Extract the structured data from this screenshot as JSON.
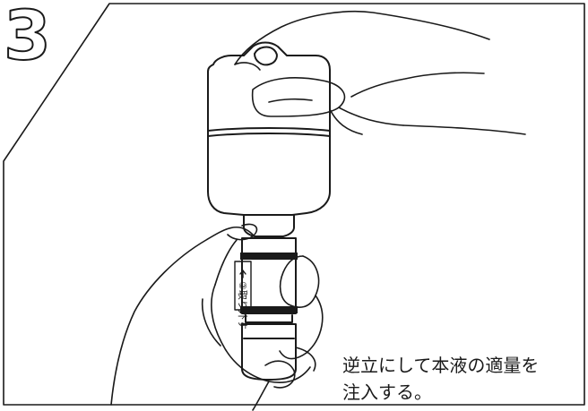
{
  "step": {
    "number": "3"
  },
  "label": {
    "text": "②取り外す"
  },
  "caption": {
    "line1": "逆立にして本液の適量を",
    "line2": "注入する。"
  }
}
